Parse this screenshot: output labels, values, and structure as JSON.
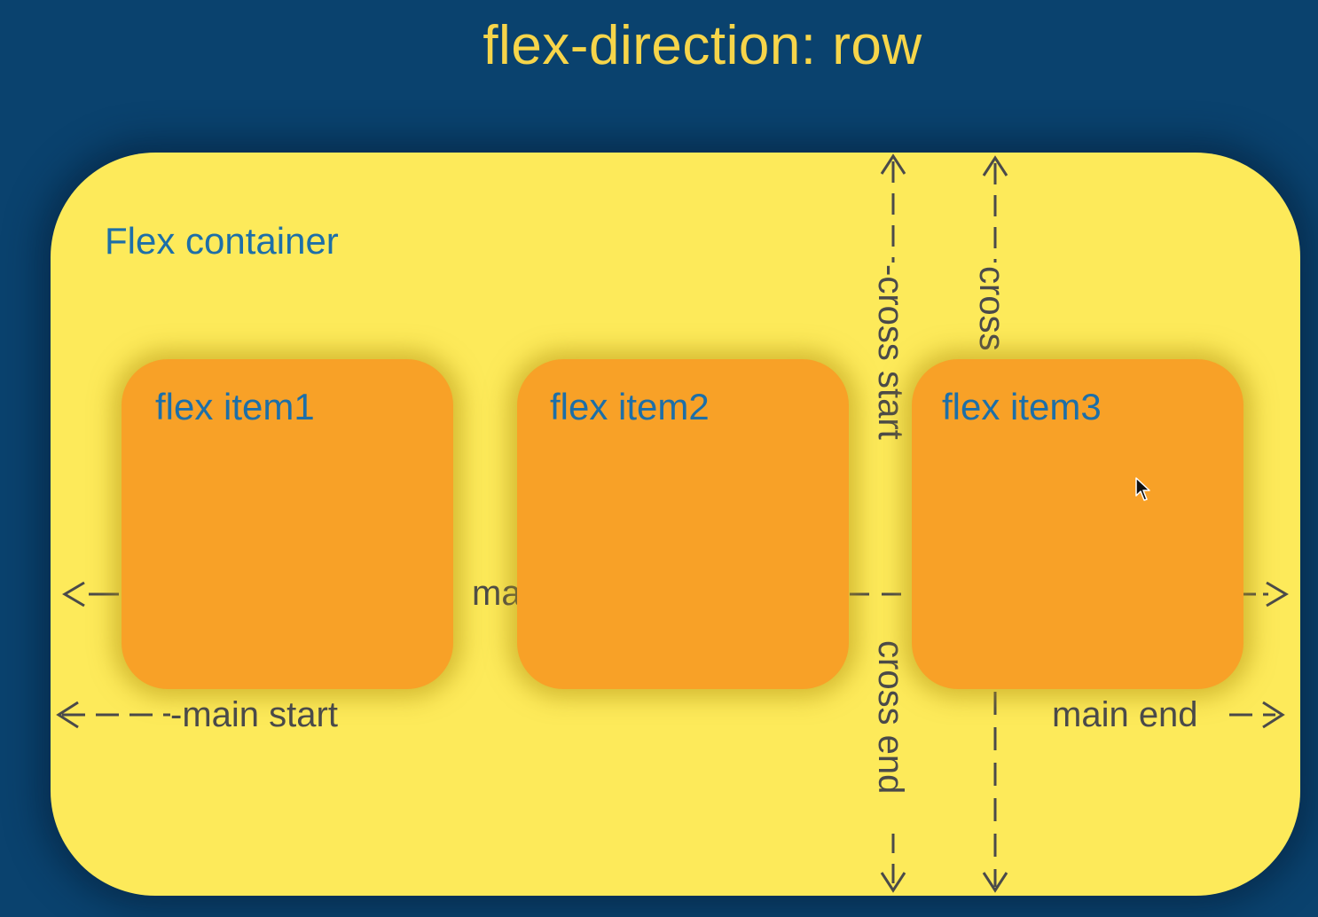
{
  "title": "flex-direction: row",
  "container_label": "Flex container",
  "items": [
    {
      "label": "flex item1"
    },
    {
      "label": "flex item2"
    },
    {
      "label": "flex item3"
    }
  ],
  "annotations": {
    "main_axis_fragment": "ma",
    "main_start": "-main start",
    "main_end": "main end",
    "cross_start": "-cross start",
    "cross_end": "cross end",
    "cross_fragment": "cross"
  },
  "colors": {
    "background": "#0a426e",
    "title": "#f7d54a",
    "container": "#fdea5a",
    "item": "#f8a127",
    "label_blue": "#1d6fa8",
    "annotation": "#4a4a4a"
  }
}
